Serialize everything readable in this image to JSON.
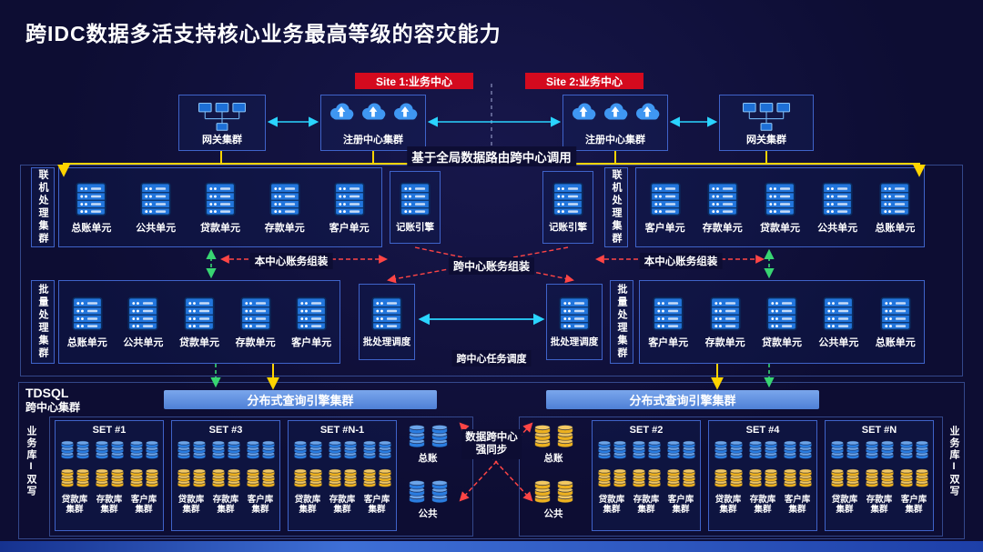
{
  "title": "跨IDC数据多活支持核心业务最高等级的容灾能力",
  "sites": [
    {
      "label": "Site 1:业务中心"
    },
    {
      "label": "Site 2:业务中心"
    }
  ],
  "top": {
    "gateway_left": "网关集群",
    "registry_left": "注册中心集群",
    "registry_right": "注册中心集群",
    "gateway_right": "网关集群",
    "routing_label": "基于全局数据路由跨中心调用"
  },
  "online": {
    "left_group_label": "联机处理集群",
    "right_group_label": "联机处理集群",
    "left_units": [
      "总账单元",
      "公共单元",
      "贷款单元",
      "存款单元",
      "客户单元"
    ],
    "right_units": [
      "客户单元",
      "存款单元",
      "贷款单元",
      "公共单元",
      "总账单元"
    ],
    "left_engine": "记账引擎",
    "right_engine": "记账引擎",
    "local_assembly_left": "本中心账务组装",
    "local_assembly_right": "本中心账务组装",
    "cross_assembly": "跨中心账务组装"
  },
  "batch": {
    "left_group_label": "批量处理集群",
    "right_group_label": "批量处理集群",
    "left_units": [
      "总账单元",
      "公共单元",
      "贷款单元",
      "存款单元",
      "客户单元"
    ],
    "right_units": [
      "客户单元",
      "存款单元",
      "贷款单元",
      "公共单元",
      "总账单元"
    ],
    "left_scheduler": "批处理调度",
    "right_scheduler": "批处理调度",
    "cross_task": "跨中心任务调度"
  },
  "tdsql": {
    "label_line1": "TDSQL",
    "label_line2": "跨中心集群",
    "query_engine_left": "分布式查询引擎集群",
    "query_engine_right": "分布式查询引擎集群",
    "dual_write_left": "业务库I双写",
    "dual_write_right": "业务库I双写",
    "sync_line1": "数据跨中心",
    "sync_line2": "强同步",
    "ledger_left": [
      "总账",
      "公共"
    ],
    "ledger_right": [
      "总账",
      "公共"
    ],
    "sets_left": [
      {
        "name": "SET #1",
        "labels": [
          "贷款库集群",
          "存款库集群",
          "客户库集群"
        ]
      },
      {
        "name": "SET #3",
        "labels": [
          "贷款库集群",
          "存款库集群",
          "客户库集群"
        ]
      },
      {
        "name": "SET #N-1",
        "labels": [
          "贷款库集群",
          "存款库集群",
          "客户库集群"
        ]
      }
    ],
    "sets_right": [
      {
        "name": "SET #2",
        "labels": [
          "贷款库集群",
          "存款库集群",
          "客户库集群"
        ]
      },
      {
        "name": "SET #4",
        "labels": [
          "贷款库集群",
          "存款库集群",
          "客户库集群"
        ]
      },
      {
        "name": "SET #N",
        "labels": [
          "贷款库集群",
          "存款库集群",
          "客户库集群"
        ]
      }
    ]
  },
  "colors": {
    "bg": "#0d0d33",
    "line": "#3f63c9",
    "server": "#2276dd",
    "cloud": "#3f97f2",
    "dbblue": "#2b7de0",
    "dbyellow": "#edb11f",
    "red": "#d40a1e",
    "dashred": "#ff4545",
    "cyan": "#2ad4ff",
    "yellow": "#ffd400",
    "green": "#38d572",
    "bar": "#4e80d6",
    "text": "#ffffff"
  }
}
